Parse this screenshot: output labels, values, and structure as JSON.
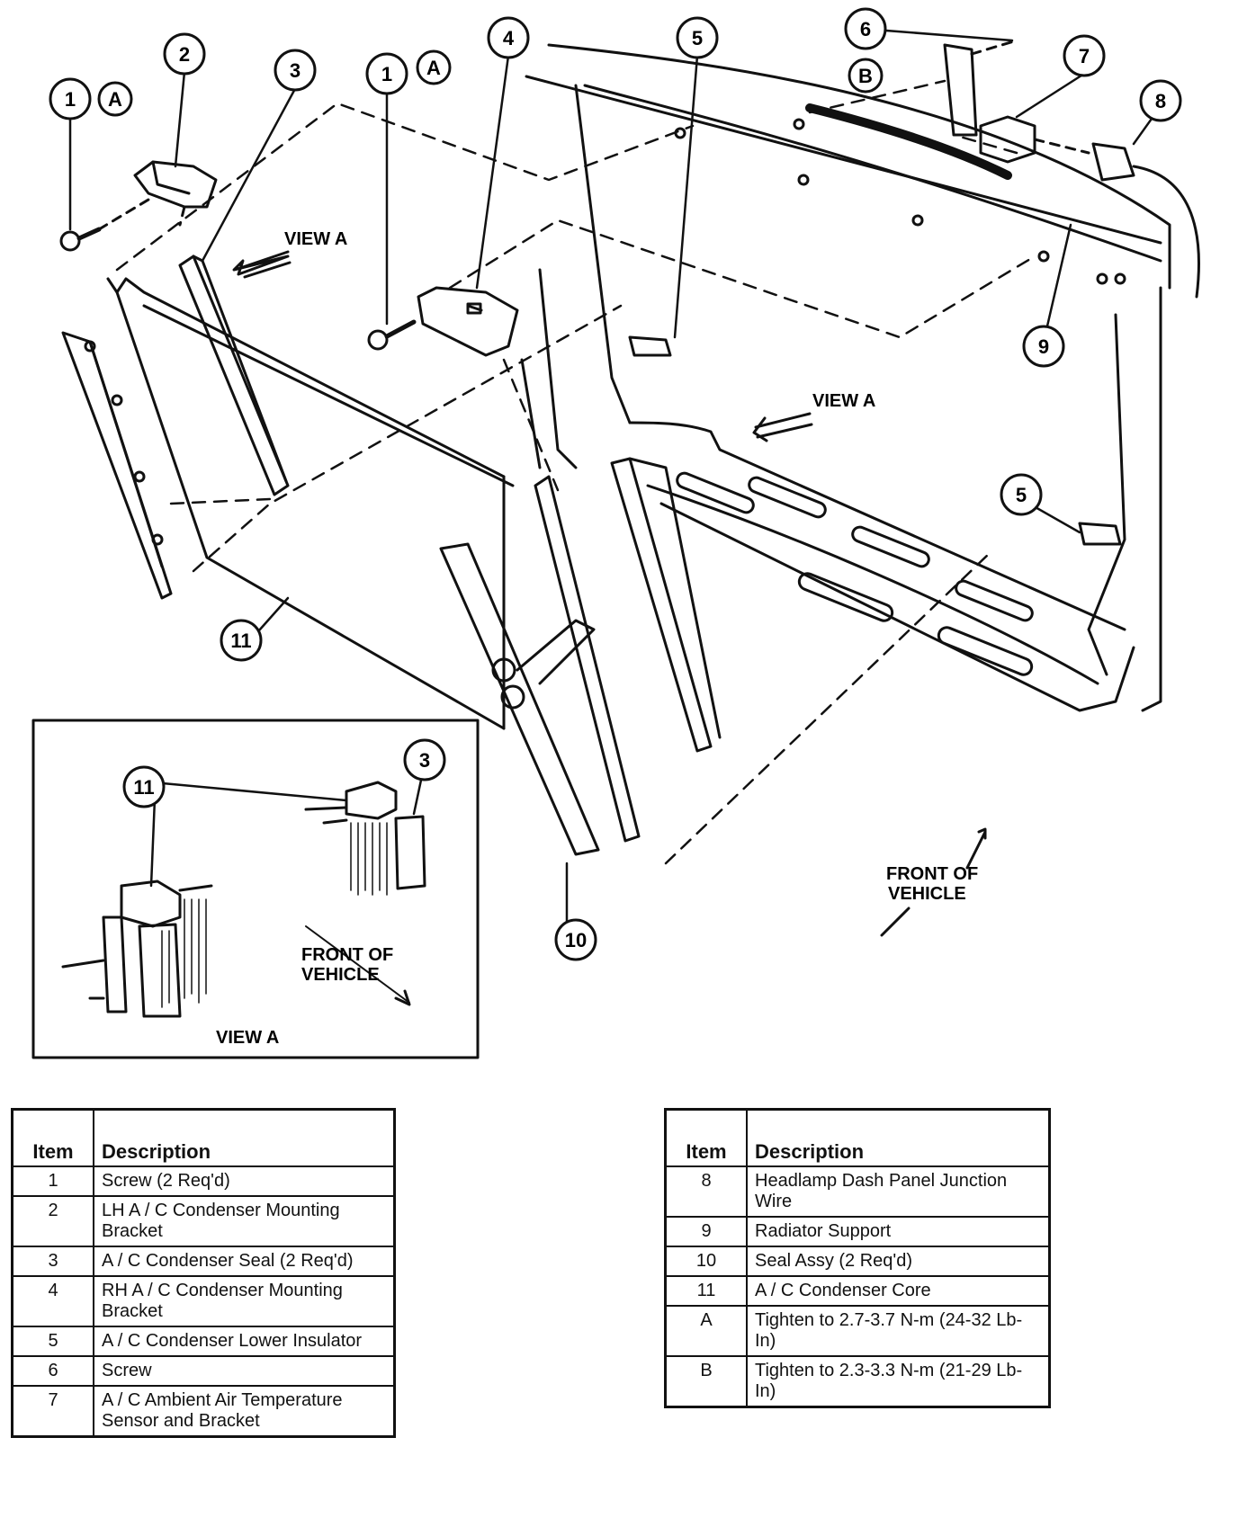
{
  "diagram": {
    "callouts": [
      {
        "id": "c1a",
        "label": "1",
        "ref": "A"
      },
      {
        "id": "c2",
        "label": "2"
      },
      {
        "id": "c3",
        "label": "3"
      },
      {
        "id": "c1b",
        "label": "1",
        "ref": "A"
      },
      {
        "id": "c4",
        "label": "4"
      },
      {
        "id": "c5a",
        "label": "5"
      },
      {
        "id": "c6",
        "label": "6",
        "ref": "B"
      },
      {
        "id": "c7",
        "label": "7"
      },
      {
        "id": "c8",
        "label": "8"
      },
      {
        "id": "c9",
        "label": "9"
      },
      {
        "id": "c5b",
        "label": "5"
      },
      {
        "id": "c11",
        "label": "11"
      },
      {
        "id": "c10",
        "label": "10"
      },
      {
        "id": "inset11",
        "label": "11"
      },
      {
        "id": "inset3",
        "label": "3"
      }
    ],
    "view_a_label": "VIEW A",
    "front_of_vehicle": [
      "FRONT OF",
      "VEHICLE"
    ],
    "inset": {
      "title": "VIEW A",
      "front_of_vehicle": [
        "FRONT OF",
        "VEHICLE"
      ]
    }
  },
  "legend_left": {
    "headers": [
      "Item",
      "Description"
    ],
    "rows": [
      {
        "item": "1",
        "description": "Screw (2 Req'd)"
      },
      {
        "item": "2",
        "description": "LH A / C Condenser Mounting Bracket"
      },
      {
        "item": "3",
        "description": "A / C Condenser Seal (2 Req'd)"
      },
      {
        "item": "4",
        "description": "RH A / C Condenser Mounting Bracket"
      },
      {
        "item": "5",
        "description": "A / C Condenser Lower Insulator"
      },
      {
        "item": "6",
        "description": "Screw"
      },
      {
        "item": "7",
        "description": "A / C Ambient Air Temperature Sensor and Bracket"
      }
    ]
  },
  "legend_right": {
    "headers": [
      "Item",
      "Description"
    ],
    "rows": [
      {
        "item": "8",
        "description": "Headlamp Dash Panel Junction Wire"
      },
      {
        "item": "9",
        "description": "Radiator Support"
      },
      {
        "item": "10",
        "description": "Seal Assy (2 Req'd)"
      },
      {
        "item": "11",
        "description": "A / C Condenser Core"
      },
      {
        "item": "A",
        "description": "Tighten to 2.7-3.7 N-m (24-32 Lb-In)"
      },
      {
        "item": "B",
        "description": "Tighten to 2.3-3.3 N-m (21-29 Lb-In)"
      }
    ]
  }
}
